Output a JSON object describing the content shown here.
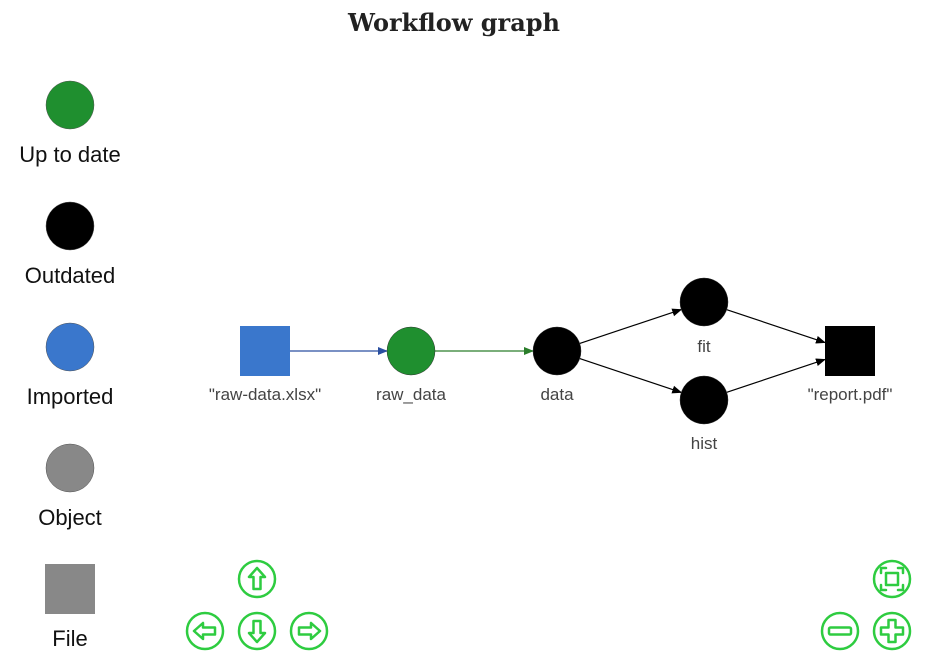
{
  "title": "Workflow graph",
  "colors": {
    "up_to_date": "#1f8f2f",
    "outdated": "#000000",
    "imported": "#3a77cc",
    "object": "#888888",
    "file": "#888888",
    "edge_blue": "#2a4fa0",
    "edge_green": "#2a7d2a",
    "edge_black": "#000000",
    "nav": "#2ecc40"
  },
  "legend": [
    {
      "key": "up_to_date",
      "label": "Up to date",
      "shape": "circle"
    },
    {
      "key": "outdated",
      "label": "Outdated",
      "shape": "circle"
    },
    {
      "key": "imported",
      "label": "Imported",
      "shape": "circle"
    },
    {
      "key": "object",
      "label": "Object",
      "shape": "circle"
    },
    {
      "key": "file",
      "label": "File",
      "shape": "square"
    }
  ],
  "nodes": [
    {
      "id": "raw-data-xlsx",
      "label": "\"raw-data.xlsx\"",
      "shape": "square",
      "status": "imported"
    },
    {
      "id": "raw_data",
      "label": "raw_data",
      "shape": "circle",
      "status": "up_to_date"
    },
    {
      "id": "data",
      "label": "data",
      "shape": "circle",
      "status": "outdated"
    },
    {
      "id": "fit",
      "label": "fit",
      "shape": "circle",
      "status": "outdated"
    },
    {
      "id": "hist",
      "label": "hist",
      "shape": "circle",
      "status": "outdated"
    },
    {
      "id": "report-pdf",
      "label": "\"report.pdf\"",
      "shape": "square",
      "status": "outdated"
    }
  ],
  "edges": [
    {
      "from": "raw-data-xlsx",
      "to": "raw_data",
      "color": "edge_blue"
    },
    {
      "from": "raw_data",
      "to": "data",
      "color": "edge_green"
    },
    {
      "from": "data",
      "to": "fit",
      "color": "edge_black"
    },
    {
      "from": "data",
      "to": "hist",
      "color": "edge_black"
    },
    {
      "from": "fit",
      "to": "report-pdf",
      "color": "edge_black"
    },
    {
      "from": "hist",
      "to": "report-pdf",
      "color": "edge_black"
    }
  ],
  "navigation": {
    "up": "arrow-up-icon",
    "down": "arrow-down-icon",
    "left": "arrow-left-icon",
    "right": "arrow-right-icon",
    "fit": "zoom-fit-icon",
    "zoom_out": "zoom-out-icon",
    "zoom_in": "zoom-in-icon"
  }
}
